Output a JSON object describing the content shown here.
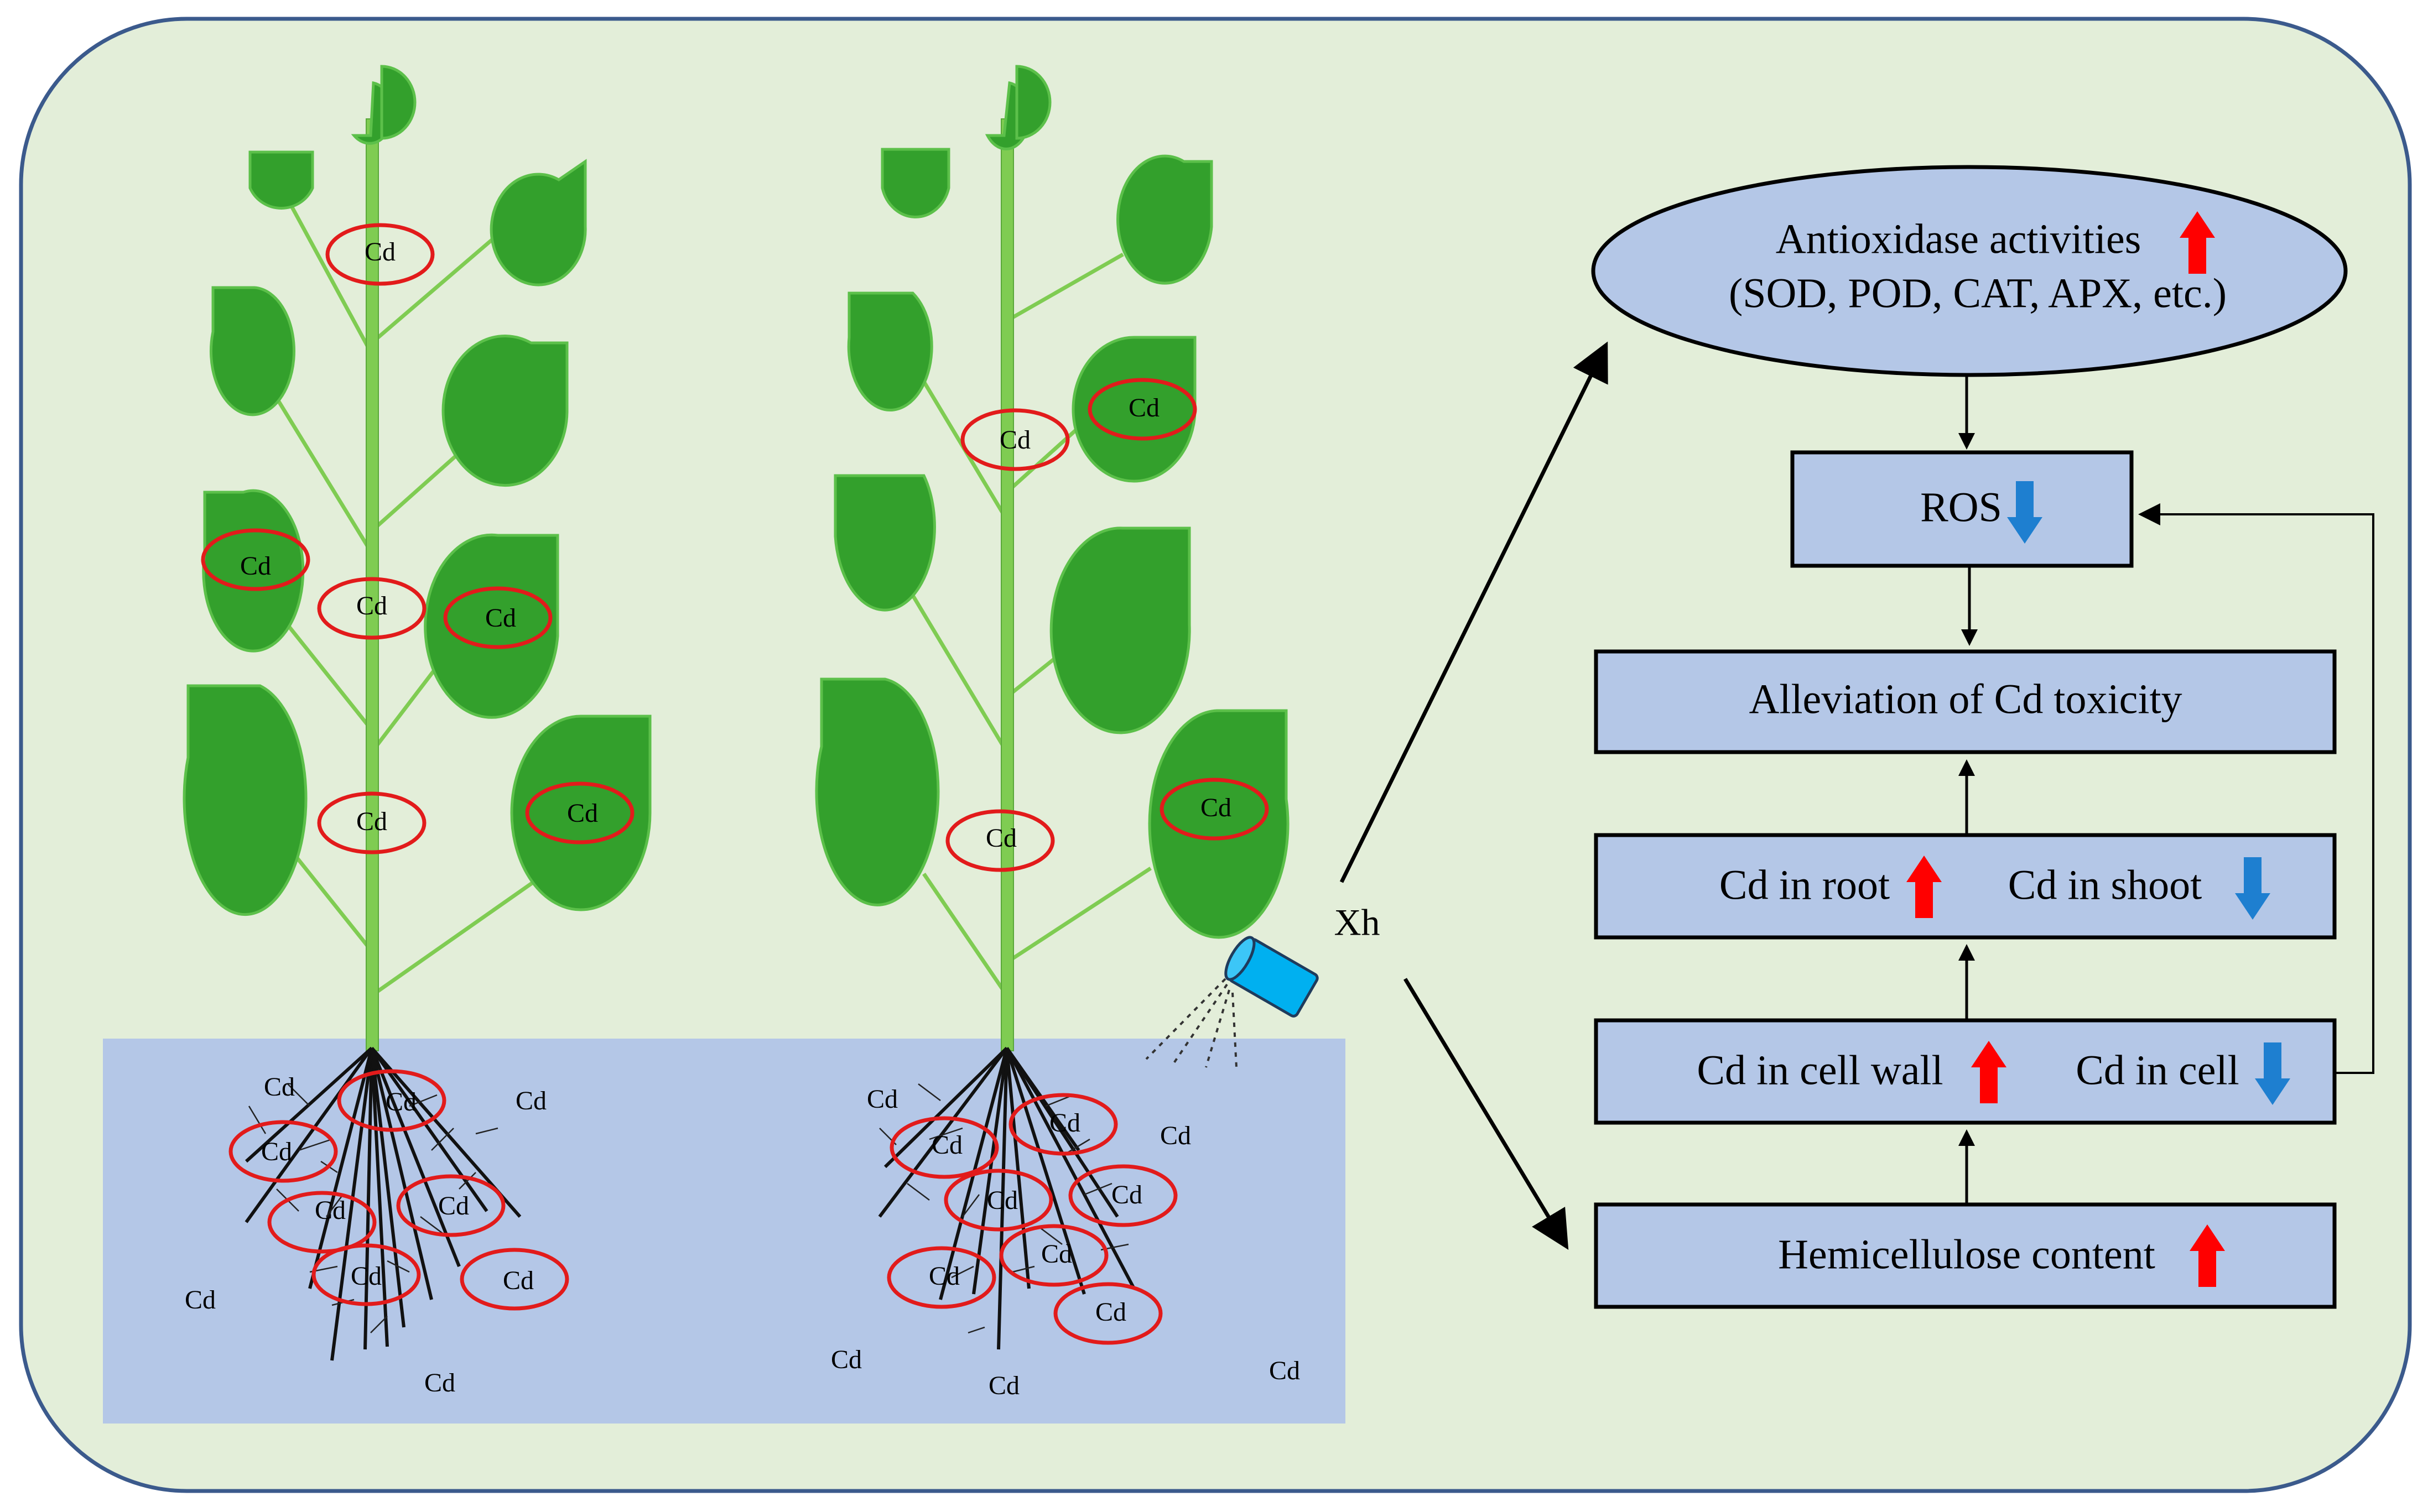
{
  "colors": {
    "background": "#e3eed9",
    "frame_border": "#3b5a8c",
    "soil": "#b4c7e7",
    "leaf": "#33a02c",
    "leaf_edge": "#5cc04a",
    "stem": "#7fcc52",
    "box_fill": "#b4c7e7",
    "up_arrow": "#ff0000",
    "down_arrow": "#1e7fd0",
    "cd_ring": "#e21b1b"
  },
  "labels": {
    "cd": "Cd",
    "treatment": "Xh"
  },
  "flow": {
    "enzymes": {
      "line1": "Antioxidase activities",
      "line2": "(SOD, POD, CAT, APX, etc.)",
      "trend": "up"
    },
    "ros": {
      "label": "ROS",
      "trend": "down"
    },
    "alleviation": {
      "label": "Alleviation of Cd toxicity"
    },
    "root_shoot": {
      "left": "Cd in root",
      "left_trend": "up",
      "right": "Cd in shoot",
      "right_trend": "down"
    },
    "wall_cell": {
      "left": "Cd in cell wall",
      "left_trend": "up",
      "right": "Cd in cell",
      "right_trend": "down"
    },
    "hemicellulose": {
      "label": "Hemicellulose content",
      "trend": "up"
    }
  },
  "icons": {
    "spray": "spray-bottle-icon",
    "trend_up": "up-arrow-icon",
    "trend_down": "down-arrow-icon"
  }
}
